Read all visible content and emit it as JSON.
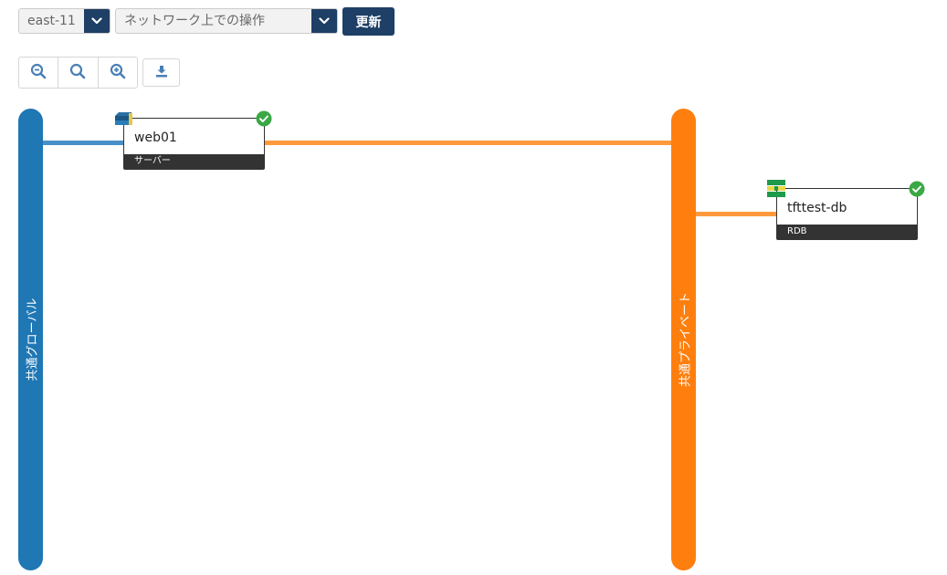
{
  "toolbar": {
    "region_value": "east-11",
    "action_placeholder": "ネットワーク上での操作",
    "update_label": "更新"
  },
  "zoom": {
    "zoom_out": "zoom-out",
    "zoom_reset": "zoom-reset",
    "zoom_in": "zoom-in",
    "download": "download"
  },
  "networks": [
    {
      "label": "共通グローバル",
      "color": "#1f77b4"
    },
    {
      "label": "共通プライベート",
      "color": "#ff7f0e"
    }
  ],
  "nodes": [
    {
      "name": "web01",
      "type": "サーバー",
      "status": "ok",
      "icon": "server-icon"
    },
    {
      "name": "tfttest-db",
      "type": "RDB",
      "status": "ok",
      "icon": "rdb-icon"
    }
  ],
  "colors": {
    "accent": "#1e3f66",
    "global": "#1f77b4",
    "private": "#ff7f0e",
    "status_ok": "#3aa845"
  }
}
